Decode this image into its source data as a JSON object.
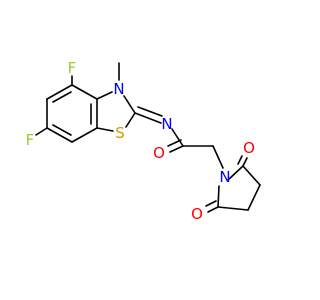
{
  "colors": {
    "carbon_bond": "#000000",
    "fluorine": "#9acd32",
    "nitrogen": "#0000ff",
    "oxygen": "#ff0000",
    "sulfur": "#c8a000",
    "background": "#ffffff"
  },
  "atoms": {
    "f_top": "F",
    "f_bottom": "F",
    "n_ring": "N",
    "n_imine": "N",
    "n_imide": "N",
    "s_ring": "S",
    "o_amide": "O",
    "o_imide_top": "O",
    "o_imide_bottom": "O"
  }
}
